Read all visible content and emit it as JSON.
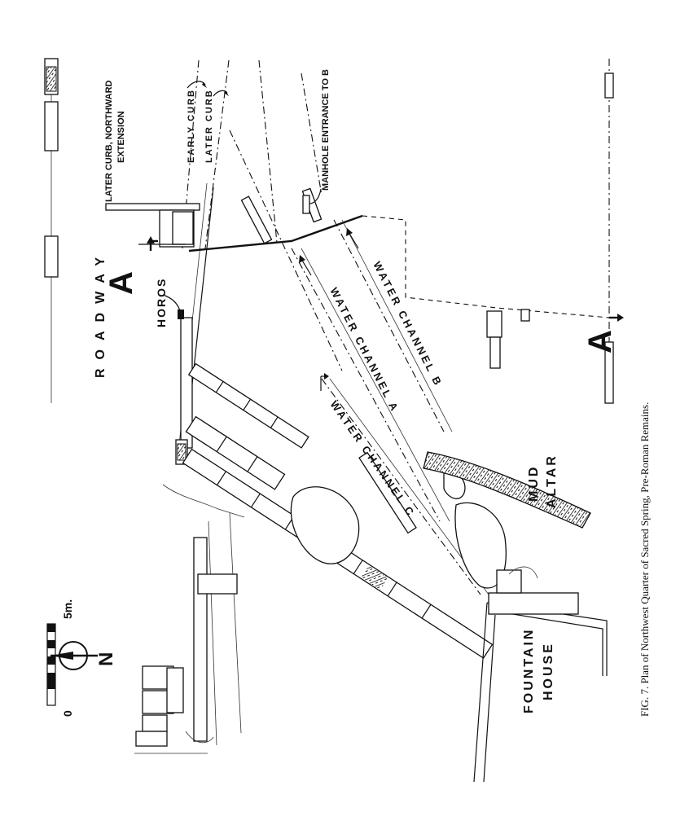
{
  "labels": {
    "roadway": "ROADWAY",
    "horos": "HOROS",
    "later_curb_north": "LATER CURB, NORTHWARD",
    "extension": "EXTENSION",
    "early_curb": "EARLY CURB",
    "later_curb": "LATER CURB",
    "manhole": "MANHOLE ENTRANCE TO B",
    "channel_a": "WATER CHANNEL A",
    "channel_b": "WATER CHANNEL B",
    "channel_c": "WATER CHANNEL C",
    "mud": "MUD",
    "altar": "ALTAR",
    "fountain": "FOUNTAIN",
    "house": "HOUSE",
    "section_mark": "A",
    "scale_zero": "0",
    "scale_five": "5m.",
    "north": "N"
  },
  "caption": "FIG. 7. Plan of Northwest Quarter of Sacred Spring, Pre-Roman Remains."
}
